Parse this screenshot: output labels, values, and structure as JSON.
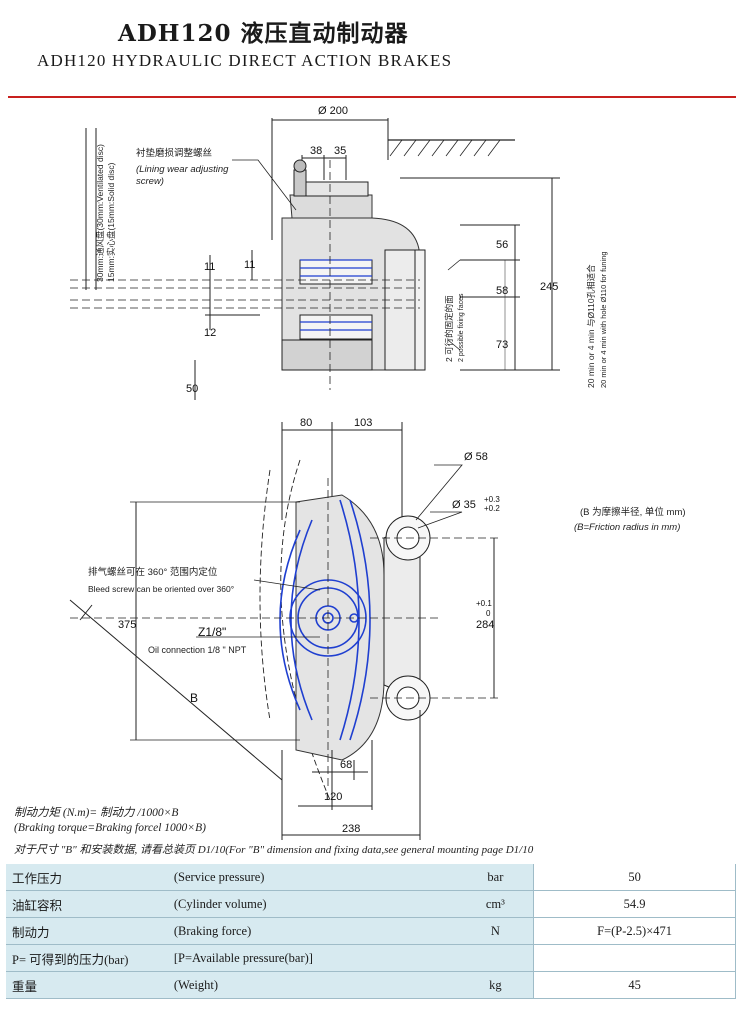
{
  "header": {
    "title_cn": "ADH120 液压直动制动器",
    "title_en": "ADH120 HYDRAULIC DIRECT ACTION BRAKES"
  },
  "drawing": {
    "dims": {
      "d200": "Ø 200",
      "d38": "38",
      "d35": "35",
      "d56": "56",
      "d58": "58",
      "d73": "73",
      "d245": "245",
      "d11a": "11",
      "d11b": "11",
      "d12": "12",
      "d50": "50",
      "d80": "80",
      "d103": "103",
      "phi58": "Ø 58",
      "phi35": "Ø 35",
      "phi35_tol_up": "+0.3",
      "phi35_tol_dn": "+0.2",
      "d375": "375",
      "d284": "284",
      "d284_tol_up": "+0.1",
      "d284_tol_dn": "0",
      "z18": "Z1/8\"",
      "b": "B",
      "d68": "68",
      "d120": "120",
      "d238": "238"
    },
    "labels": {
      "lining_cn": "衬垫磨损调整螺丝",
      "lining_en1": "(Lining wear adjusting",
      "lining_en2": "screw)",
      "disc_cn": "30mm:通风盘(30mm:Ventilated disc)",
      "disc_en": "15mm:实心盘(15mm:Solid disc)",
      "fixing_cn": "2 可行的固定的面",
      "fixing_en": "2 possible fixing faces",
      "hole_cn": "20 min or 4 min 与Ø110孔相适合",
      "hole_en": "20 min or 4 min with hole Ø110 for funing",
      "friction_cn": "(B 为摩擦半径, 单位 mm)",
      "friction_en": "(B=Friction radius in mm)",
      "bleed_cn": "排气螺丝可在 360° 范围内定位",
      "bleed_en": "Bleed screw can be oriented over 360°",
      "oil_en": "Oil connection 1/8 \" NPT"
    }
  },
  "notes": {
    "line1": "制动力矩  (N.m)= 制动力 /1000×B",
    "line2": "(Braking torque=Braking forcel 1000×B)",
    "line3": "对于尺寸 \"B\" 和安装数据, 请看总装页 D1/10(For \"B\" dimension and fixing data,see general mounting page D1/10"
  },
  "specs": [
    {
      "cn": "工作压力",
      "en": "(Service pressure)",
      "unit": "bar",
      "value": "50"
    },
    {
      "cn": "油缸容积",
      "en": "(Cylinder volume)",
      "unit": "cm³",
      "value": "54.9"
    },
    {
      "cn": "制动力",
      "en": "(Braking force)",
      "unit": "N",
      "value": "F=(P-2.5)×471"
    },
    {
      "cn": "P= 可得到的压力(bar)",
      "en": "[P=Available pressure(bar)]",
      "unit": "",
      "value": ""
    },
    {
      "cn": "重量",
      "en": "(Weight)",
      "unit": "kg",
      "value": "45"
    }
  ],
  "colors": {
    "accent_blue": "#1f3fd0",
    "rule_red": "#c8201e",
    "table_bg": "#d7eaf0"
  }
}
